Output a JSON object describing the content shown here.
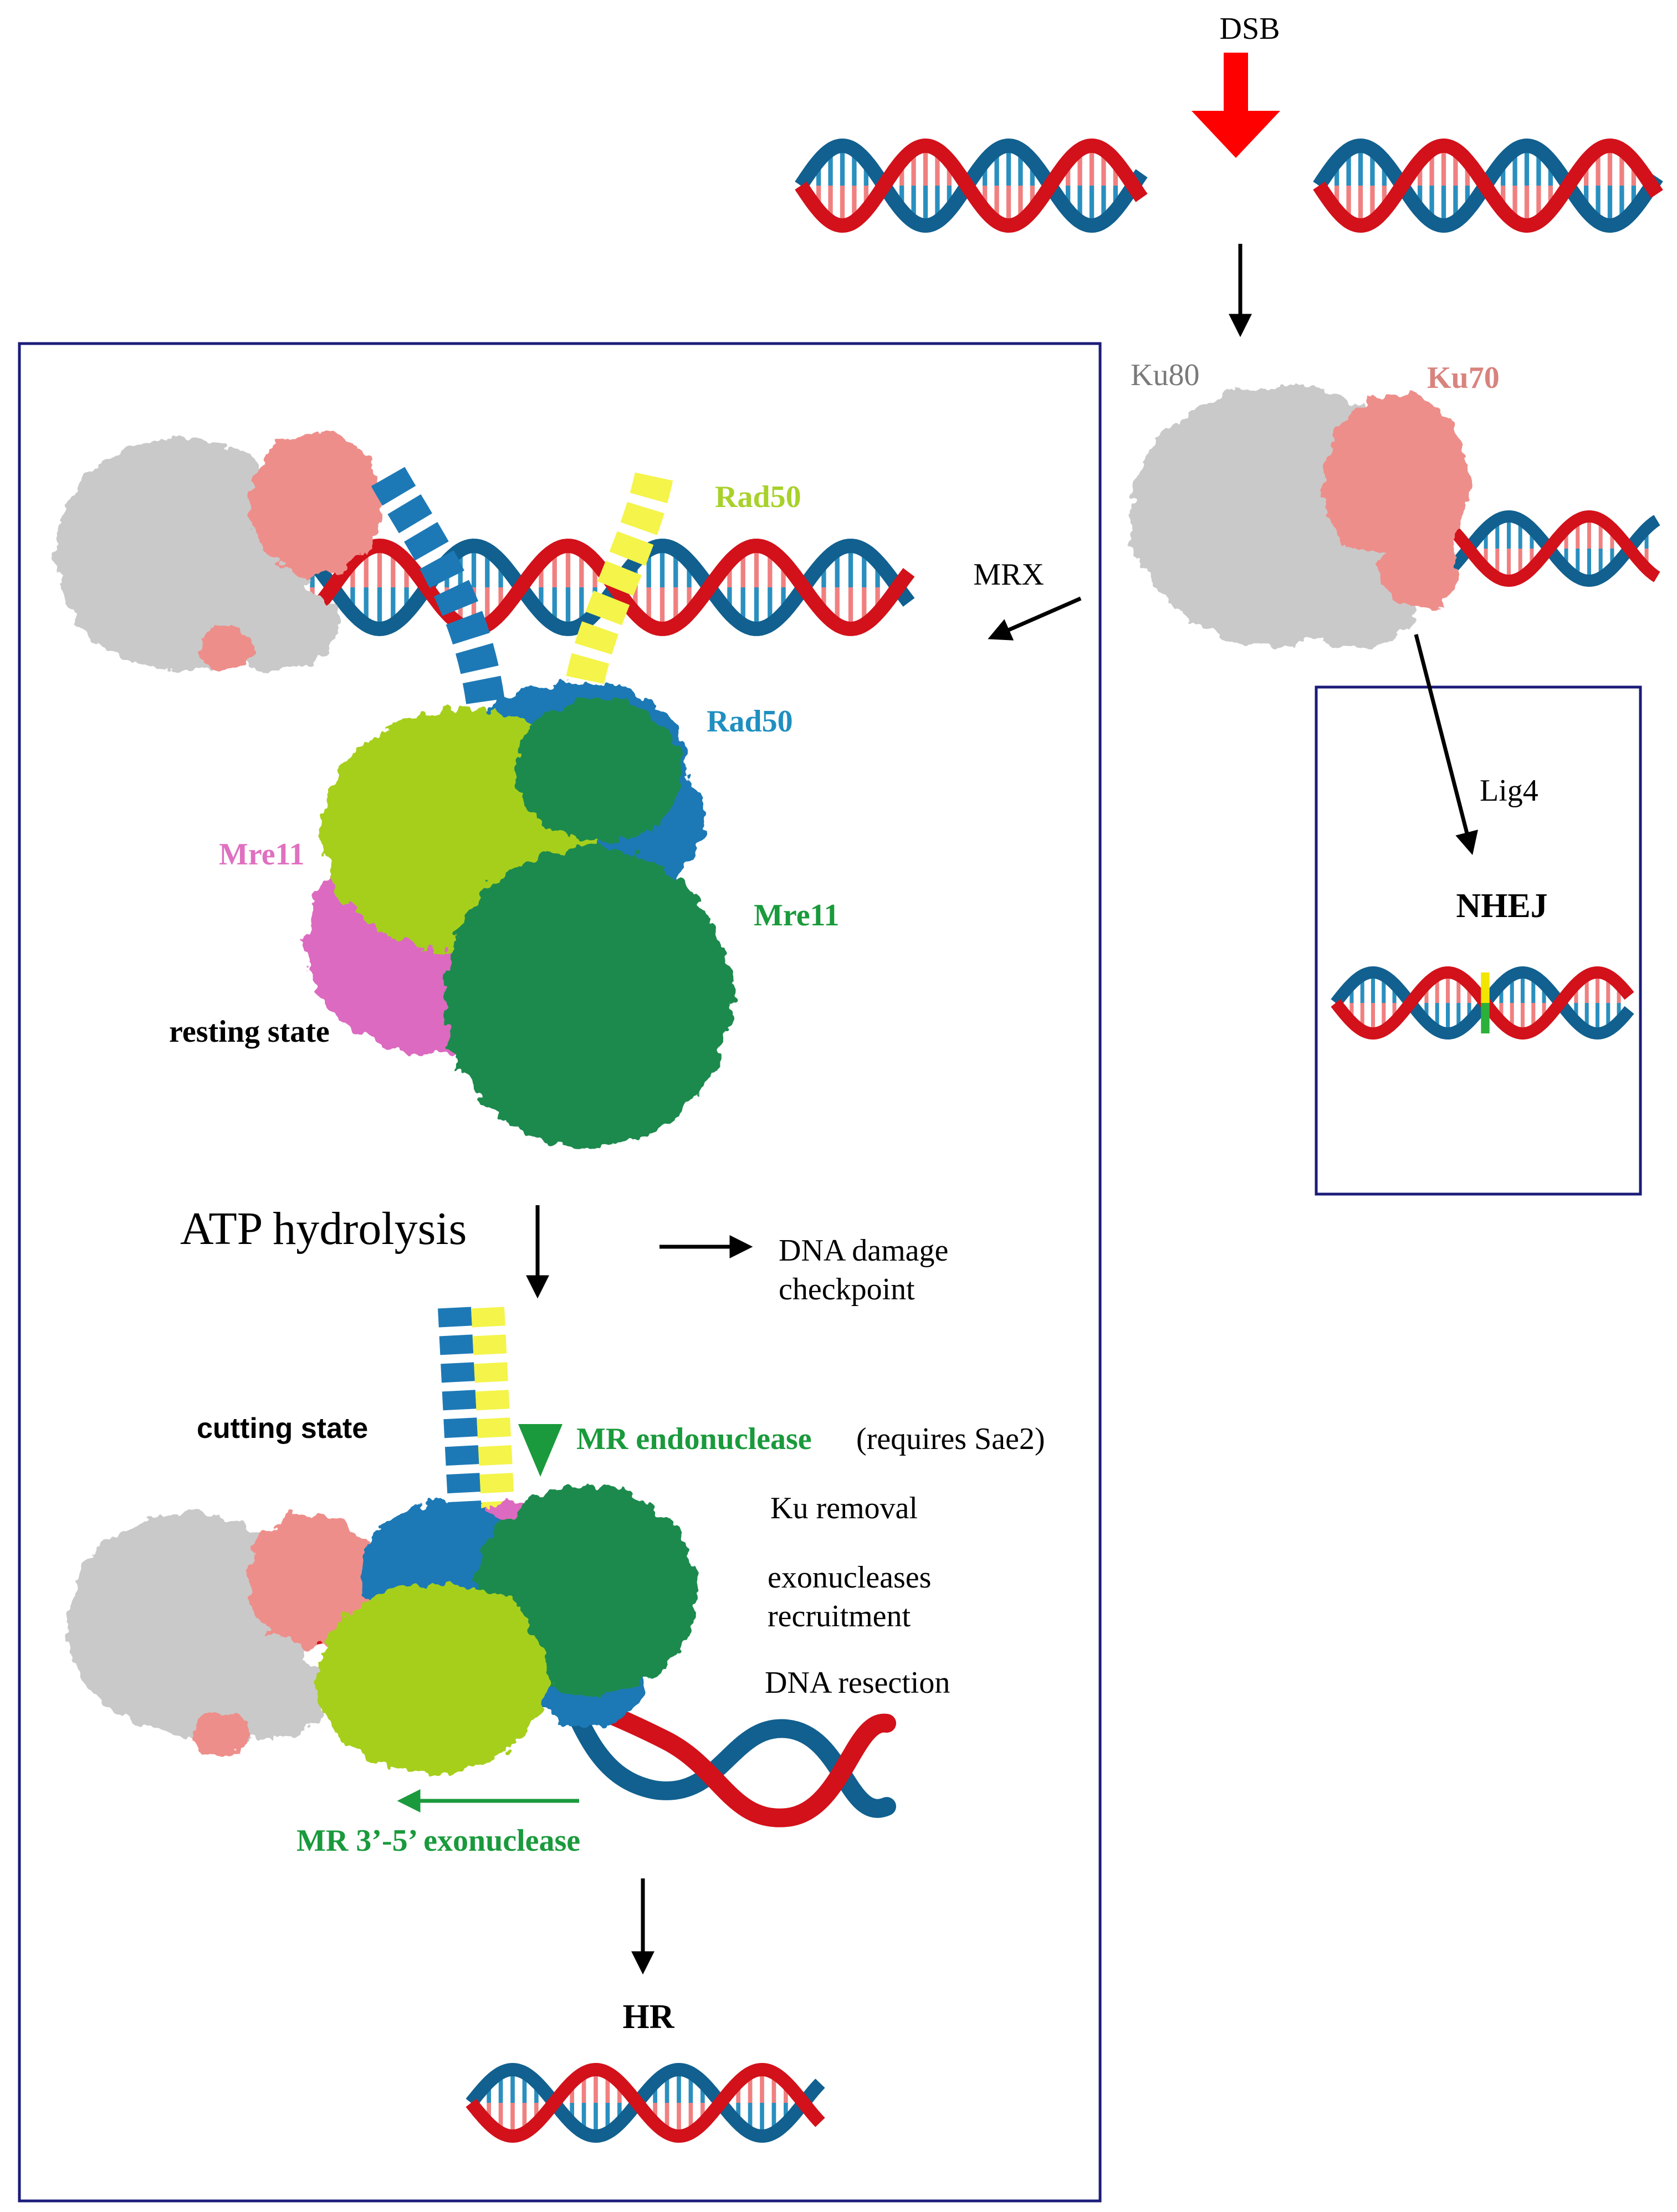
{
  "colors": {
    "strand_red": "#d2111a",
    "strand_blue": "#11608f",
    "rung_pink": "#f08080",
    "rung_blue": "#2a8fbf",
    "ku80_gray": "#c9c9c9",
    "ku70_salmon": "#ee8e8a",
    "rad50_yellow": "#f4f44a",
    "rad50_blue": "#1d79b6",
    "mre11_lime": "#a6cf1f",
    "mre11_green": "#1e8a4e",
    "mre11_pink": "#dc6bc0",
    "frame_navy": "#1c1c7a",
    "arrow_red": "#ff0000",
    "text_green": "#1a9a3c",
    "text_lime": "#a8d12a",
    "text_blue": "#1f8fc0",
    "text_pink": "#e070c0",
    "text_salmon": "#d9837d",
    "text_gray": "#7a7a7a"
  },
  "labels": {
    "dsb": "DSB",
    "ku80": "Ku80",
    "ku70": "Ku70",
    "mrx": "MRX",
    "lig4": "Lig4",
    "nhej": "NHEJ",
    "rad50_yellow": "Rad50",
    "rad50_blue": "Rad50",
    "mre11_pink": "Mre11",
    "mre11_green": "Mre11",
    "resting_state": "resting state",
    "atp_hydrolysis": "ATP hydrolysis",
    "dna_damage_1": "DNA damage",
    "dna_damage_2": "checkpoint",
    "cutting_state": "cutting state",
    "mr_endonuclease": "MR endonuclease",
    "requires_sae2": "(requires  Sae2)",
    "ku_removal": "Ku removal",
    "exonucleases_1": "exonucleases",
    "exonucleases_2": "recruitment",
    "dna_resection": "DNA resection",
    "mr_exonuclease": "MR 3’-5’ exonuclease",
    "hr": "HR"
  },
  "icons": {
    "dsb_arrow": "red-down-arrow-icon",
    "flow_arrows": "black-arrow-icon",
    "cut_marker": "green-arrowhead-icon"
  }
}
